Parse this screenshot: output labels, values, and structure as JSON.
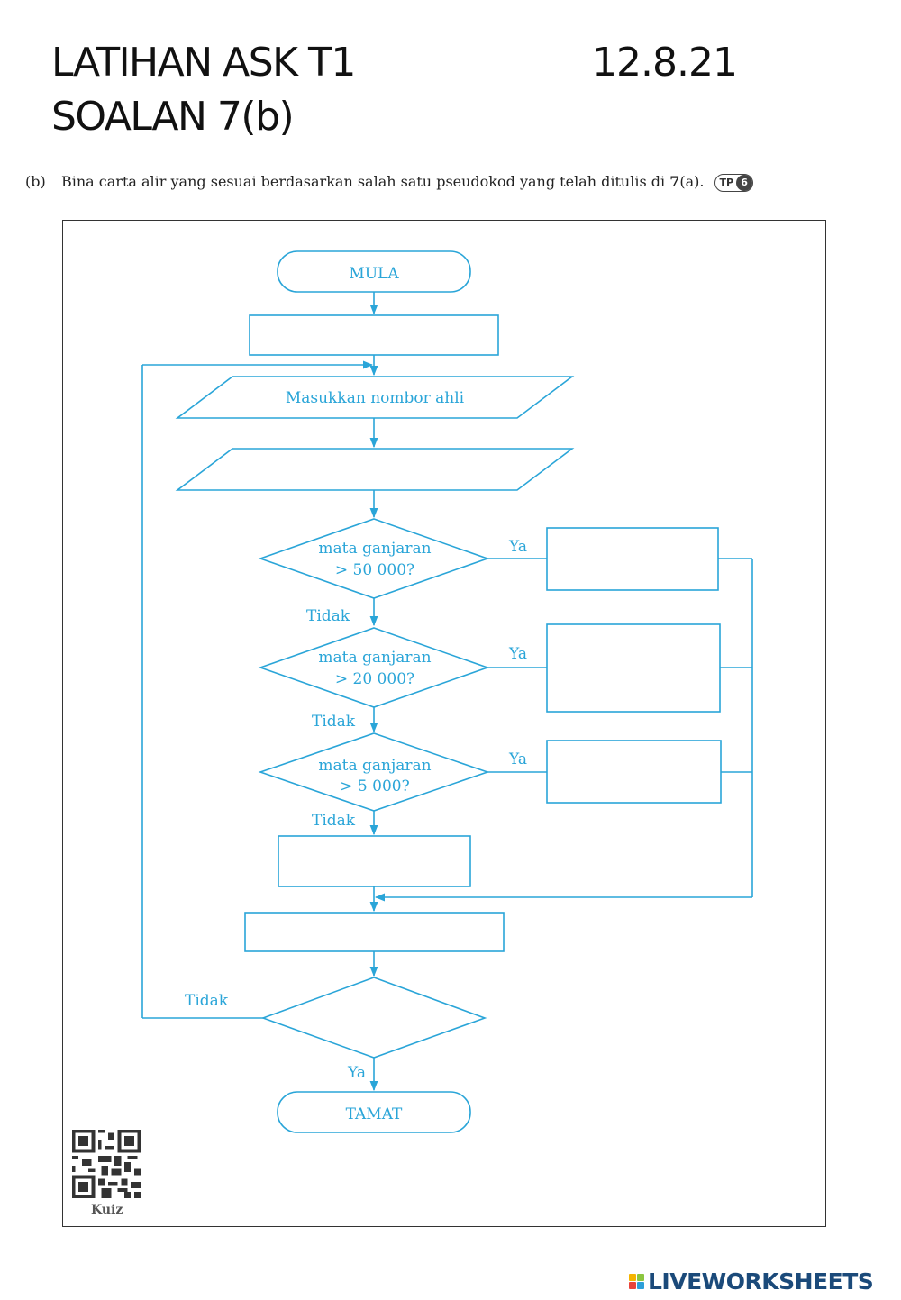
{
  "header": {
    "title_line1": "LATIHAN ASK T1",
    "title_line2": "SOALAN 7(b)",
    "date": "12.8.21"
  },
  "question": {
    "label": "(b)",
    "text": "Bina carta alir yang sesuai berdasarkan salah satu pseudokod yang telah ditulis di",
    "ref_bold": "7",
    "ref_rest": "(a).",
    "badge_tp": "TP",
    "badge_num": "6"
  },
  "flowchart": {
    "start": "MULA",
    "input": "Masukkan nombor ahli",
    "decision1_line1": "mata ganjaran",
    "decision1_line2": "> 50 000?",
    "decision2_line1": "mata ganjaran",
    "decision2_line2": "> 20 000?",
    "decision3_line1": "mata ganjaran",
    "decision3_line2": "> 5 000?",
    "end": "TAMAT",
    "yes_label": "Ya",
    "no_label": "Tidak"
  },
  "footer": {
    "kuiz_label": "Kuiz",
    "brand": "LIVEWORKSHEETS"
  },
  "colors": {
    "flow": "#2aa5d8",
    "brand": "#1b4a7a"
  },
  "icons": [
    "qr-code-icon",
    "tp-badge-icon",
    "liveworksheets-logo-icon"
  ]
}
